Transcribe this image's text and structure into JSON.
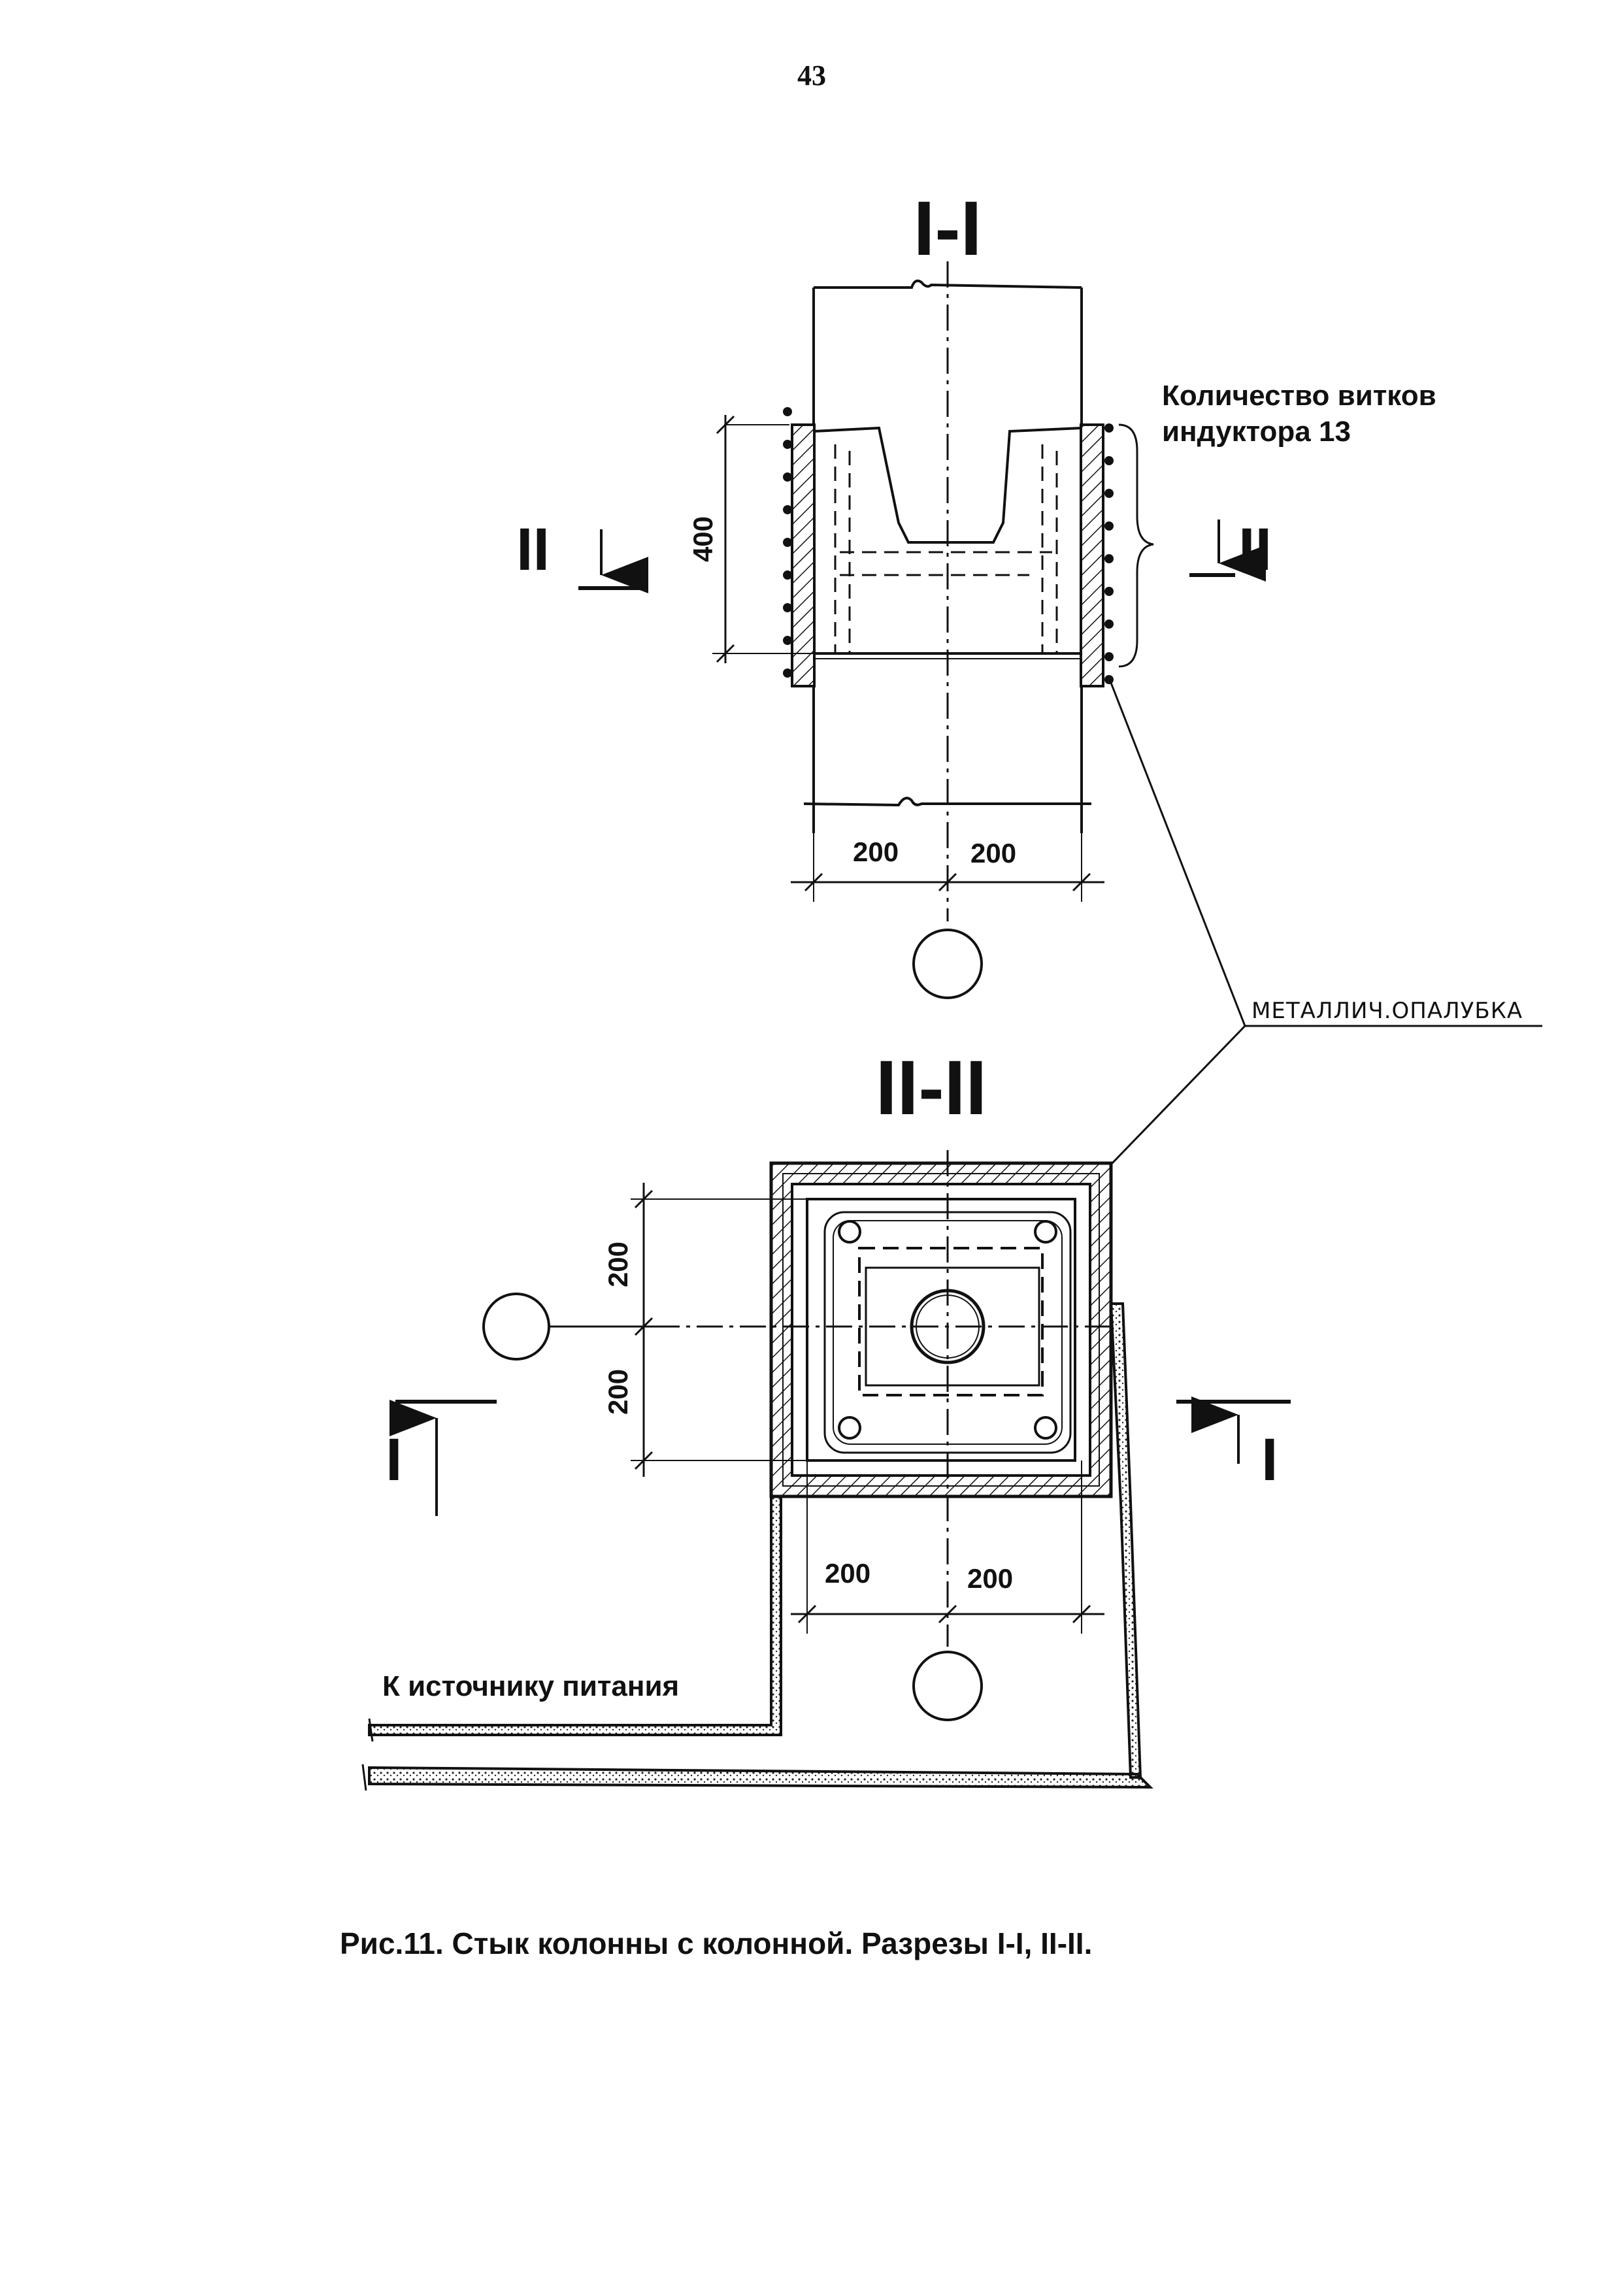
{
  "page_number": "43",
  "section_I": {
    "title": "I-I",
    "cut_mark": "II",
    "inductor_label_line1": "Количество витков",
    "inductor_label_line2": "индуктора 13",
    "height_dim": "400",
    "dim_left": "200",
    "dim_right": "200"
  },
  "formwork_label": "МЕТАЛЛИЧ.ОПАЛУБКА",
  "section_II": {
    "title": "II-II",
    "cut_mark": "I",
    "dim_top": "200",
    "dim_bottom": "200",
    "dim_left": "200",
    "dim_right": "200",
    "power_label": "К источнику питания"
  },
  "caption": "Рис.11. Стык колонны с колонной. Разрезы I-I, II-II."
}
